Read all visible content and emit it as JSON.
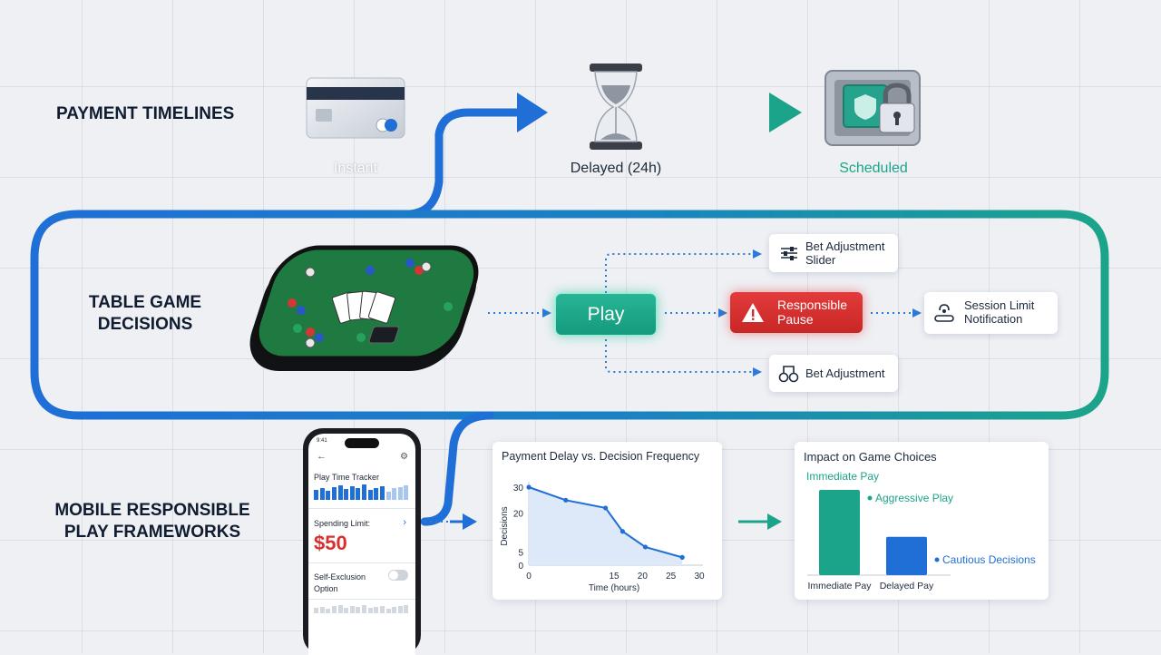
{
  "sections": {
    "payment_title": "PAYMENT TIMELINES",
    "table_title_1": "TABLE GAME",
    "table_title_2": "DECISIONS",
    "mobile_title_1": "MOBILE RESPONSIBLE",
    "mobile_title_2": "PLAY FRAMEWORKS"
  },
  "payment": {
    "instant": "Instant",
    "delayed": "Delayed (24h)",
    "scheduled": "Scheduled"
  },
  "decisions": {
    "play": "Play",
    "slider_1": "Bet Adjustment",
    "slider_2": "Slider",
    "pause_1": "Responsible",
    "pause_2": "Pause",
    "session_1": "Session Limit",
    "session_2": "Notification",
    "bet_adjustment": "Bet Adjustment"
  },
  "phone": {
    "time": "9:41",
    "tracker": "Play Time Tracker",
    "spending_label": "Spending Limit:",
    "spending_value": "$50",
    "exclusion_1": "Self-Exclusion",
    "exclusion_2": "Option",
    "tracker_bars": [
      0.6,
      0.75,
      0.55,
      0.8,
      0.9,
      0.65,
      0.85,
      0.7,
      0.95,
      0.6,
      0.75,
      0.85,
      0.5,
      0.7,
      0.8,
      0.9
    ]
  },
  "colors": {
    "blue": "#1f6fd6",
    "teal": "#1ca48a",
    "red": "#d92f2f",
    "felt": "#1f7a42"
  },
  "chart_data": [
    {
      "type": "line",
      "title": "Payment Delay vs. Decision Frequency",
      "xlabel": "Time (hours)",
      "ylabel": "Decisions",
      "x": [
        0,
        15,
        20,
        25,
        30
      ],
      "x_ticks": [
        0,
        15,
        20,
        25,
        30
      ],
      "y_ticks": [
        0,
        5,
        20,
        30
      ],
      "points": [
        {
          "x": 0,
          "y": 30
        },
        {
          "x": 6.5,
          "y": 25
        },
        {
          "x": 13.5,
          "y": 22
        },
        {
          "x": 16.5,
          "y": 13
        },
        {
          "x": 20.5,
          "y": 7
        },
        {
          "x": 27,
          "y": 3
        }
      ],
      "grid": false
    },
    {
      "type": "bar",
      "title": "Impact on Game Choices",
      "subtitle": "Immediate Pay",
      "categories": [
        "Immediate Pay",
        "Delayed Pay"
      ],
      "values": [
        100,
        45
      ],
      "annotations": [
        "Aggressive Play",
        "Cautious Decisions"
      ],
      "colors": [
        "#1ca48a",
        "#1f6fd6"
      ]
    }
  ]
}
